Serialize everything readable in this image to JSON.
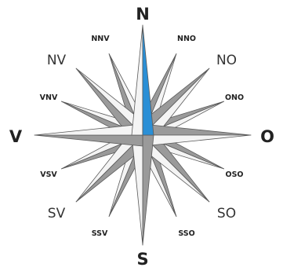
{
  "compass": {
    "cardinal": {
      "n": "N",
      "s": "S",
      "e": "O",
      "w": "V"
    },
    "intercardinal": {
      "ne": "NO",
      "se": "SO",
      "sw": "SV",
      "nw": "NV"
    },
    "minor": {
      "nnw": "NNV",
      "nne": "NNO",
      "wnw": "VNV",
      "ene": "ONO",
      "wsw": "VSV",
      "ese": "OSO",
      "ssw": "SSV",
      "sse": "SSO"
    },
    "colors": {
      "north_highlight": "#2a8fd6",
      "dark_facet": "#9a9a9a",
      "light_facet": "#f4f4f4",
      "outline": "#5a5a5a"
    }
  }
}
